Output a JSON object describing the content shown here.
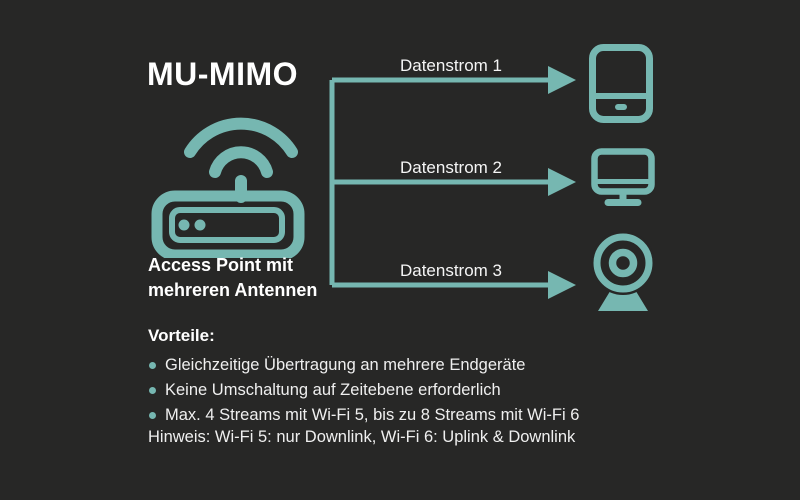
{
  "colors": {
    "background": "#272726",
    "accent_teal": "#76b7b1",
    "heading_text": "#ffffff",
    "body_text": "#efefef"
  },
  "title": "MU-MIMO",
  "access_point": {
    "icon": "wifi-router-icon",
    "label": "Access Point mit\nmehreren Antennen"
  },
  "streams": [
    {
      "label": "Datenstrom 1",
      "device_icon": "tablet-icon"
    },
    {
      "label": "Datenstrom 2",
      "device_icon": "monitor-icon"
    },
    {
      "label": "Datenstrom 3",
      "device_icon": "webcam-icon"
    }
  ],
  "benefits": {
    "heading": "Vorteile:",
    "items": [
      "Gleichzeitige Übertragung an mehrere Endgeräte",
      "Keine Umschaltung auf Zeitebene erforderlich",
      "Max. 4 Streams mit Wi-Fi 5, bis zu 8 Streams mit Wi-Fi 6"
    ]
  },
  "note": "Hinweis: Wi-Fi 5: nur Downlink, Wi-Fi 6: Uplink & Downlink"
}
